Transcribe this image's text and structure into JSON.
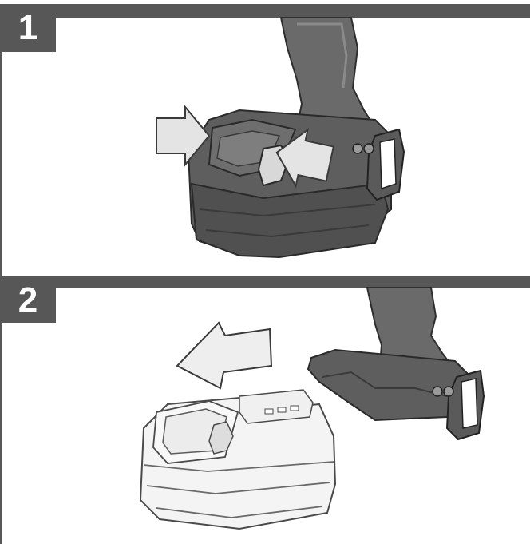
{
  "steps": [
    {
      "number": "1"
    },
    {
      "number": "2"
    }
  ],
  "colors": {
    "bar": "#575757",
    "tool_dark": "#5a5a5a",
    "tool_mid": "#6e6e6e",
    "tool_light": "#8a8a8a",
    "arrow_fill": "#e4e4e4",
    "arrow_stroke": "#3a3a3a",
    "battery_fill": "#f2f2f2",
    "battery_stroke": "#4a4a4a"
  },
  "icons": [
    "press-arrow-left",
    "press-arrow-right",
    "slide-out-arrow"
  ]
}
